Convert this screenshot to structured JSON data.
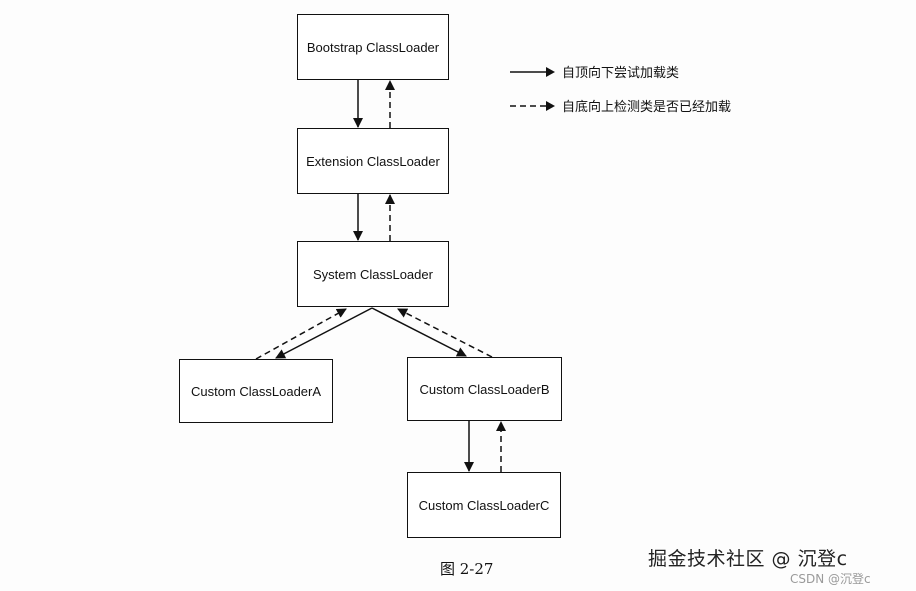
{
  "nodes": {
    "bootstrap": "Bootstrap ClassLoader",
    "extension": "Extension ClassLoader",
    "system": "System ClassLoader",
    "customA": "Custom ClassLoaderA",
    "customB": "Custom ClassLoaderB",
    "customC": "Custom ClassLoaderC"
  },
  "legend": {
    "solid": "自顶向下尝试加载类",
    "dashed": "自底向上检测类是否已经加载"
  },
  "caption": "图 2-27",
  "watermark": {
    "main": "掘金技术社区 @ 沉登c",
    "csdn": "CSDN @沉登c"
  },
  "edges": [
    {
      "from": "bootstrap",
      "to": "extension",
      "style": "solid"
    },
    {
      "from": "extension",
      "to": "bootstrap",
      "style": "dashed"
    },
    {
      "from": "extension",
      "to": "system",
      "style": "solid"
    },
    {
      "from": "system",
      "to": "extension",
      "style": "dashed"
    },
    {
      "from": "system",
      "to": "customA",
      "style": "solid"
    },
    {
      "from": "customA",
      "to": "system",
      "style": "dashed"
    },
    {
      "from": "system",
      "to": "customB",
      "style": "solid"
    },
    {
      "from": "customB",
      "to": "system",
      "style": "dashed"
    },
    {
      "from": "customB",
      "to": "customC",
      "style": "solid"
    },
    {
      "from": "customC",
      "to": "customB",
      "style": "dashed"
    }
  ]
}
